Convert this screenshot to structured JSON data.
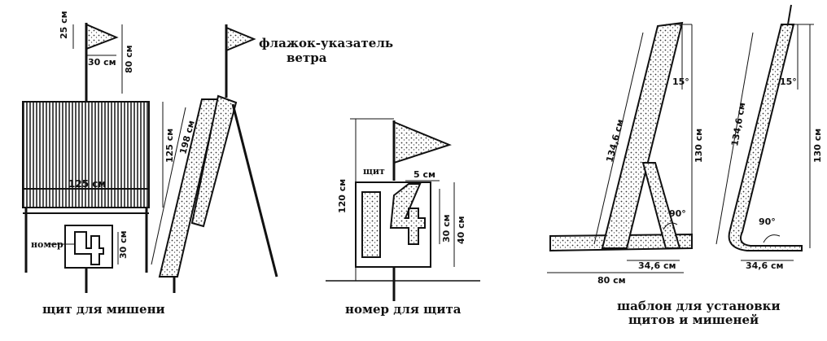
{
  "labels": {
    "flag_pointer_line1": "флажок-указатель",
    "flag_pointer_line2": "ветра",
    "shield_small": "щит",
    "number_small": "номер"
  },
  "dimensions": {
    "flag_height": "25 см",
    "flag_width": "30 см",
    "pole_above": "80 см",
    "shield_height": "125 см",
    "shield_width": "125 см",
    "support_length": "198 см",
    "number_height": "30 см",
    "shield_total_height": "120 см",
    "digit_offset": "5 см",
    "digit_height": "30 см",
    "plate_height": "40 см",
    "tmpl_diag_1": "134,6 см",
    "tmpl_angle_15_1": "15°",
    "tmpl_height_1": "130 см",
    "tmpl_angle_90_1": "90°",
    "tmpl_base": "80 см",
    "tmpl_base_small_1": "34,6 см",
    "tmpl_diag_2": "134,6 см",
    "tmpl_angle_15_2": "15°",
    "tmpl_height_2": "130 см",
    "tmpl_angle_90_2": "90°",
    "tmpl_base_small_2": "34,6 см"
  },
  "captions": {
    "target_shield": "щит для мишени",
    "shield_number": "номер для щита",
    "template_line1": "шаблон для установки",
    "template_line2": "щитов и мишеней"
  },
  "colors": {
    "ink": "#111111",
    "paper": "#ffffff",
    "hatch": "#444444"
  }
}
